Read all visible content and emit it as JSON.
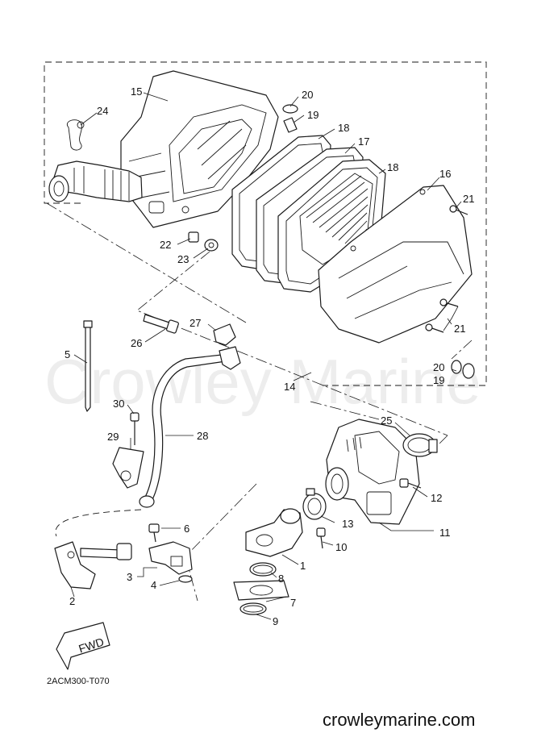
{
  "watermark": "Crowley Marine",
  "footer": {
    "code": "2ACM300-T070",
    "site": "crowleymarine.com"
  },
  "fwd_label": "FWD",
  "callouts": {
    "c1": "1",
    "c2": "2",
    "c3": "3",
    "c4": "4",
    "c5": "5",
    "c6": "6",
    "c7": "7",
    "c8": "8",
    "c9": "9",
    "c10": "10",
    "c11": "11",
    "c12": "12",
    "c13": "13",
    "c14": "14",
    "c15": "15",
    "c16": "16",
    "c17": "17",
    "c18a": "18",
    "c18b": "18",
    "c19a": "19",
    "c19b": "19",
    "c20a": "20",
    "c20b": "20",
    "c21a": "21",
    "c21b": "21",
    "c22": "22",
    "c23": "23",
    "c24": "24",
    "c25": "25",
    "c26": "26",
    "c27": "27",
    "c28": "28",
    "c29": "29",
    "c30": "30"
  }
}
